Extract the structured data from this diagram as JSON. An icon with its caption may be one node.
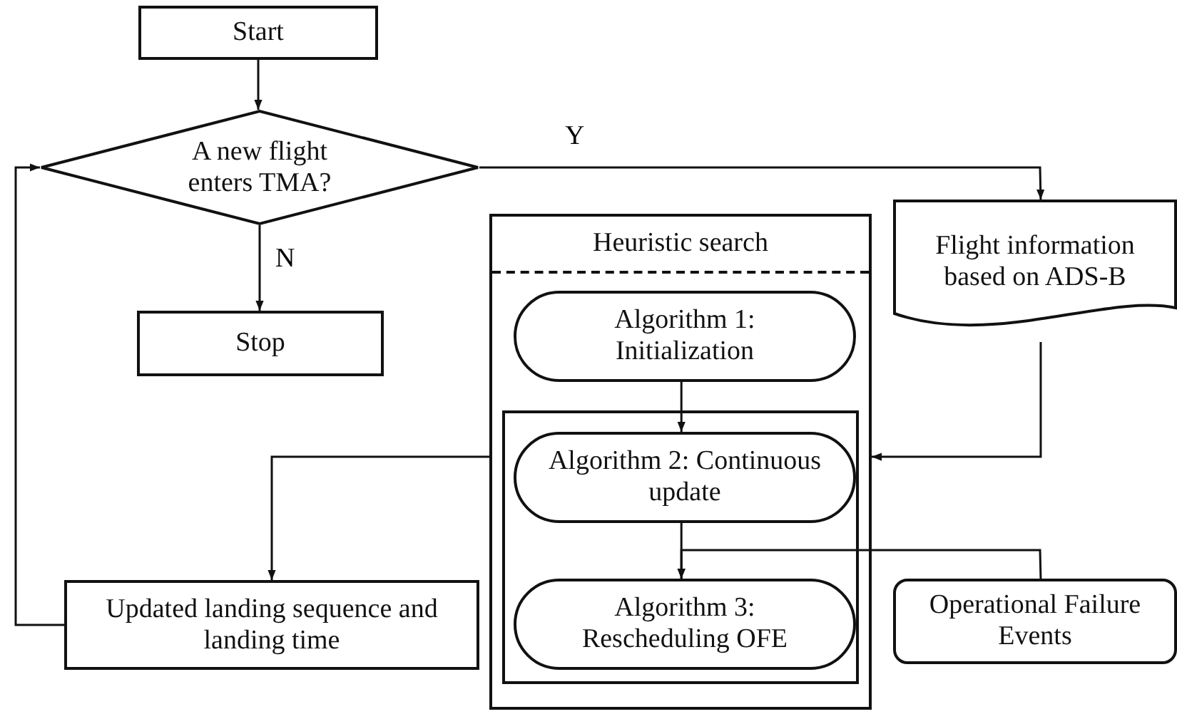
{
  "diagram": {
    "nodes": [
      {
        "text": [
          "Start"
        ]
      },
      {
        "text": [
          "A new flight enters TMA?"
        ]
      },
      {
        "text": [
          "Stop"
        ]
      },
      {
        "text": [
          "Heuristic search"
        ]
      },
      {
        "text": [
          "Flight information based on ADS-B"
        ]
      },
      {
        "text": [
          "Algorithm 1: Initialization"
        ],
        "in": 3
      },
      {
        "text": [],
        "shape": "box",
        "in": 3
      },
      {
        "text": [
          "Algorithm 2: Continuous update"
        ],
        "in": 6
      },
      {
        "text": [
          "Algorithm 3: Rescheduling OFE"
        ],
        "in": 6
      },
      {
        "text": [
          "Updated landing sequence and landing time"
        ]
      },
      {
        "text": [
          "Operational Failure Events"
        ]
      }
    ],
    "edges": [
      {
        "from": 0,
        "to": 1,
        "arrow": "to"
      },
      {
        "from": 1,
        "to": 2,
        "arrow": "to",
        "label": "N"
      },
      {
        "from": 1,
        "to": 4,
        "arrow": "to",
        "label": "Y"
      },
      {
        "from": 4,
        "to": 3,
        "arrow": "to"
      },
      {
        "from": 5,
        "to": 7,
        "arrow": "to"
      },
      {
        "from": 7,
        "to": 8,
        "arrow": "to"
      },
      {
        "from": 10,
        "to": 8,
        "arrow": "to"
      },
      {
        "from": 3,
        "to": 9,
        "arrow": "to"
      },
      {
        "from": 9,
        "to": 1,
        "arrow": "to"
      }
    ]
  }
}
